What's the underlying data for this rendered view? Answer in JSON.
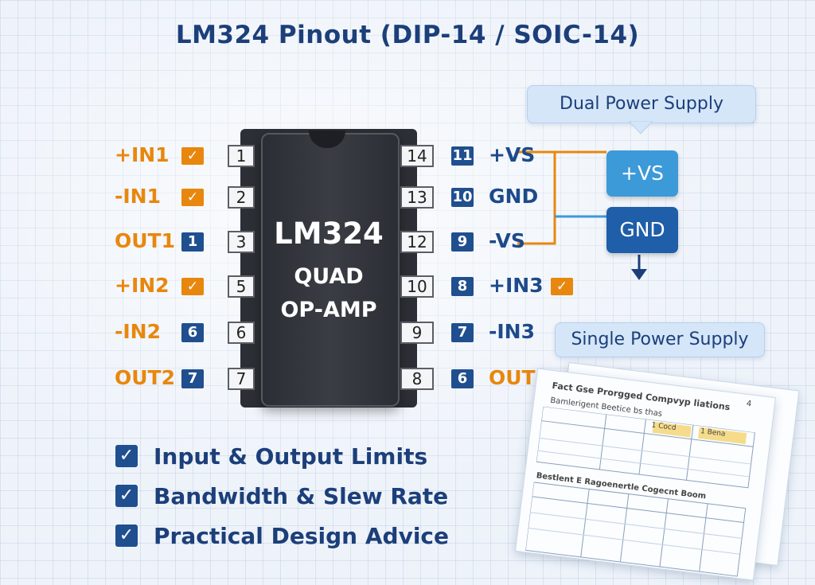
{
  "title": "LM324 Pinout (DIP-14 / SOIC-14)",
  "chip": {
    "name": "LM324",
    "line1": "QUAD",
    "line2": "OP-AMP"
  },
  "left_pins": [
    {
      "pin": "1",
      "label": "+IN1",
      "badge": "✓",
      "badge_type": "check",
      "color": "orange"
    },
    {
      "pin": "2",
      "label": "-IN1",
      "badge": "✓",
      "badge_type": "check",
      "color": "orange"
    },
    {
      "pin": "3",
      "label": "OUT1",
      "badge": "1",
      "badge_type": "num",
      "color": "orange"
    },
    {
      "pin": "5",
      "label": "+IN2",
      "badge": "✓",
      "badge_type": "check",
      "color": "orange"
    },
    {
      "pin": "6",
      "label": "-IN2",
      "badge": "6",
      "badge_type": "num",
      "color": "orange"
    },
    {
      "pin": "7",
      "label": "OUT2",
      "badge": "7",
      "badge_type": "num",
      "color": "orange"
    }
  ],
  "right_pins": [
    {
      "pin": "14",
      "label": "+VS",
      "badge": "11",
      "badge_type": "num",
      "color": "blue"
    },
    {
      "pin": "13",
      "label": "GND",
      "badge": "10",
      "badge_type": "num",
      "color": "blue"
    },
    {
      "pin": "12",
      "label": "-VS",
      "badge": "9",
      "badge_type": "num",
      "color": "blue"
    },
    {
      "pin": "10",
      "label": "+IN3",
      "badge": "8",
      "badge_type": "num",
      "color": "blue",
      "extra_check": "✓"
    },
    {
      "pin": "9",
      "label": "-IN3",
      "badge": "7",
      "badge_type": "num",
      "color": "blue"
    },
    {
      "pin": "8",
      "label": "OUT3",
      "badge": "6",
      "badge_type": "num",
      "color": "orange"
    }
  ],
  "dual_supply": {
    "label": "Dual Power Supply",
    "vs": "+VS",
    "gnd": "GND"
  },
  "single_supply": {
    "label": "Single Power Supply"
  },
  "bullets": [
    "Input & Output Limits",
    "Bandwidth & Slew Rate",
    "Practical Design Advice"
  ],
  "colors": {
    "orange": "#e8870d",
    "navy": "#1c3f7a",
    "badge_blue": "#1f4f8f",
    "vs_button": "#3d9ad8",
    "gnd_button": "#1f5ea8"
  },
  "document": {
    "title": "Fact Gse Prorgged Compvyp liations",
    "subtitle": "Bamlerigent Beetice bs thas",
    "section2": "Bestlent E Ragoenertle Cogecnt Boom",
    "header_cells": [
      "1 Cocd",
      "1 Bena"
    ],
    "corner": "4"
  }
}
